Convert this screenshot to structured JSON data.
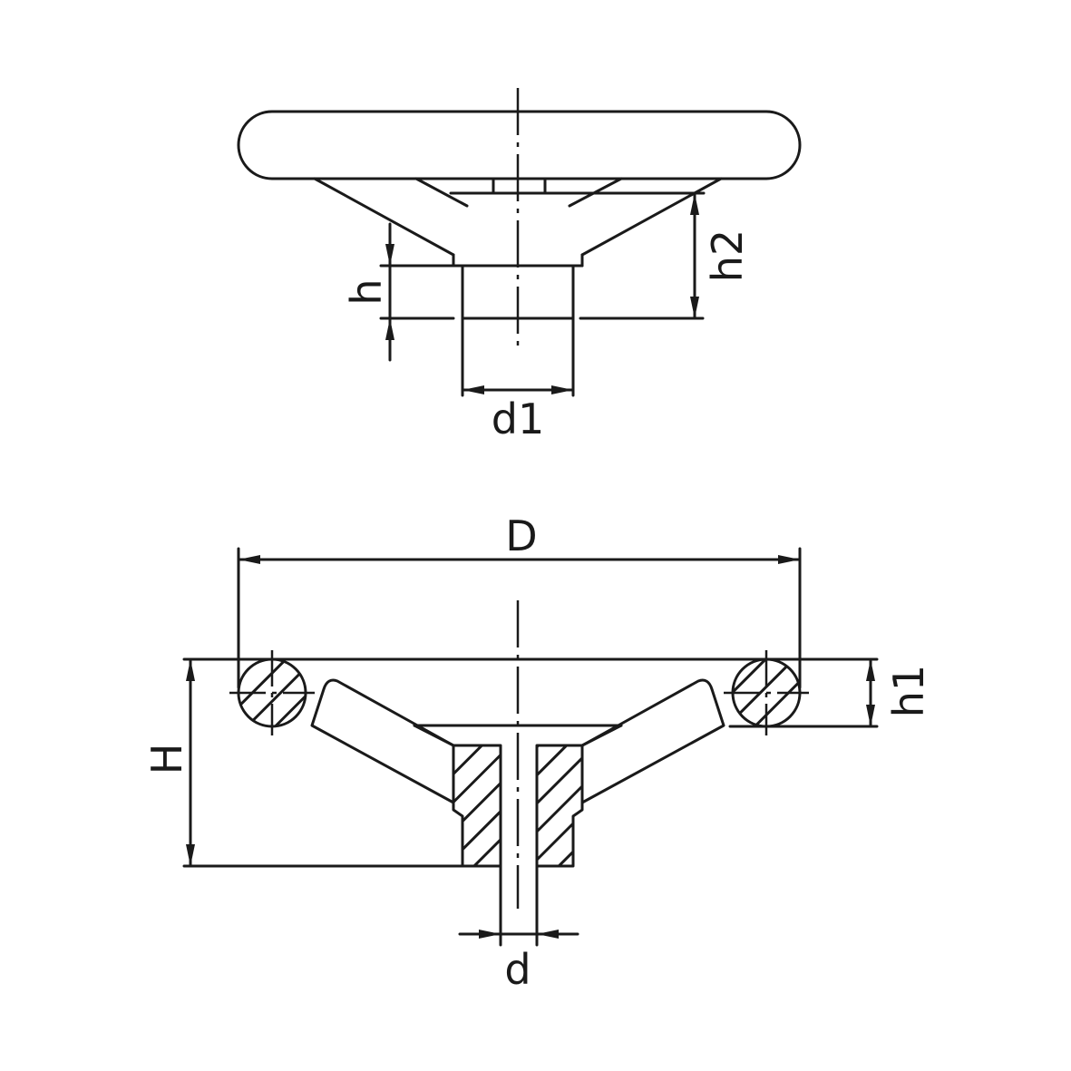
{
  "top_view": {
    "label_h": "h",
    "label_h2": "h2",
    "label_d1": "d1"
  },
  "section_view": {
    "label_D": "D",
    "label_H": "H",
    "label_h1": "h1",
    "label_d": "d"
  },
  "colors": {
    "ink": "#1a1a1a",
    "background": "#ffffff"
  }
}
